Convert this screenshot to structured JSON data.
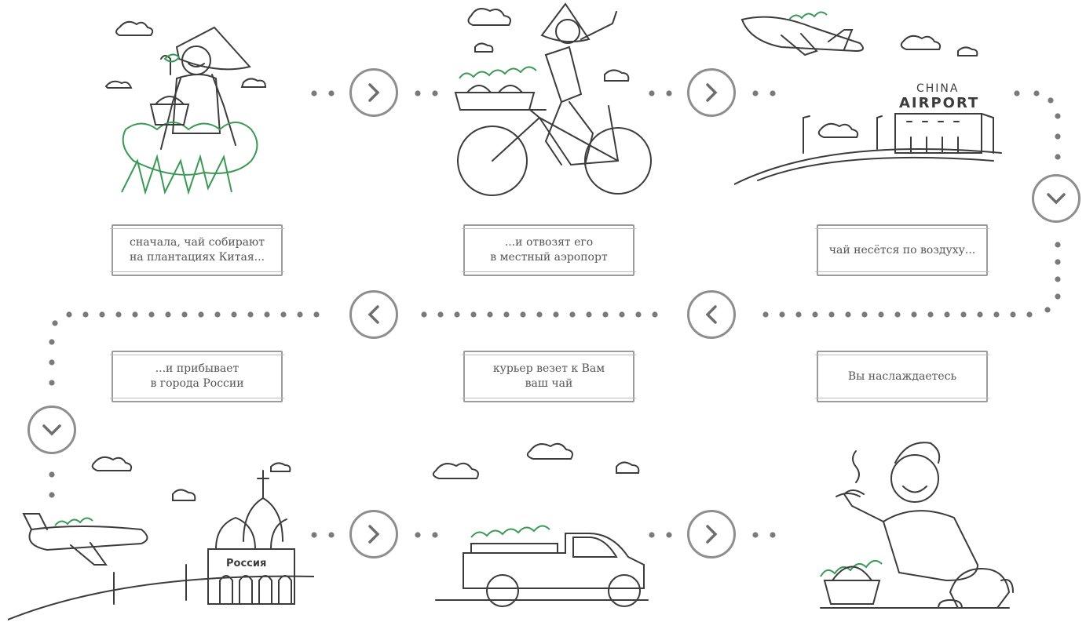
{
  "steps": [
    {
      "caption": "сначала, чай собирают\nна плантациях Китая..."
    },
    {
      "caption": "...и отвозят его\nв местный аэропорт"
    },
    {
      "caption": "чай несётся по воздуху..."
    },
    {
      "caption": "...и прибывает\nв города России"
    },
    {
      "caption": "курьер везет к Вам\nваш чай"
    },
    {
      "caption": "Вы наслаждаетесь"
    }
  ],
  "signs": {
    "airport_line1": "CHINA",
    "airport_line2": "AIRPORT",
    "church_sign": "Россия"
  },
  "icons": {
    "next": "chevron-right-icon",
    "prev": "chevron-left-icon",
    "down": "chevron-down-icon"
  },
  "colors": {
    "leaf_green": "#3a9a55",
    "ink": "#3c3c3c",
    "dots": "#7a7a7a"
  }
}
